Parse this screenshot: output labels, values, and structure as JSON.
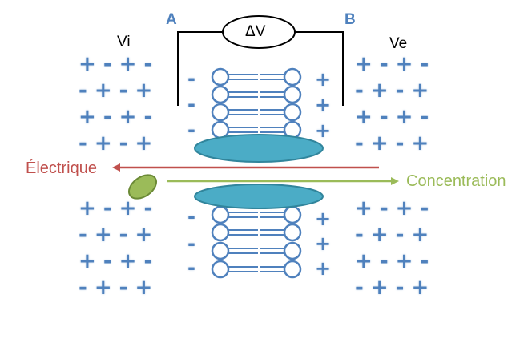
{
  "labels": {
    "electrode_a": "A",
    "electrode_b": "B",
    "voltmeter": "ΔV",
    "inside": "Vi",
    "outside": "Ve",
    "electric_gradient": "Électrique",
    "concentration_gradient": "Concentration"
  },
  "charge_rows": {
    "inside_top": [
      "+ - + -",
      "- + - +",
      "+ - + -",
      "- + - +"
    ],
    "outside_top": [
      "+ - + -",
      "- + - +",
      "+ - + -",
      "- + - +"
    ],
    "inside_bottom": [
      "+ - + -",
      "- + - +",
      "+ - + -",
      "- + - +"
    ],
    "outside_bottom": [
      "+ - + -",
      "- + - +",
      "+ - + -",
      "- + - +"
    ]
  },
  "membrane_charges": {
    "inner": "-",
    "outer": "+"
  },
  "colors": {
    "charge": "#4f81bd",
    "electric_arrow": "#c0504d",
    "concentration_arrow": "#9bbb59",
    "channel_protein": "#4bacc6",
    "ion": "#9bbb59",
    "lipid_outline": "#4f81bd"
  },
  "icons": {
    "ion": "ion-particle-icon",
    "lipid": "phospholipid-icon",
    "channel": "channel-protein-icon"
  }
}
